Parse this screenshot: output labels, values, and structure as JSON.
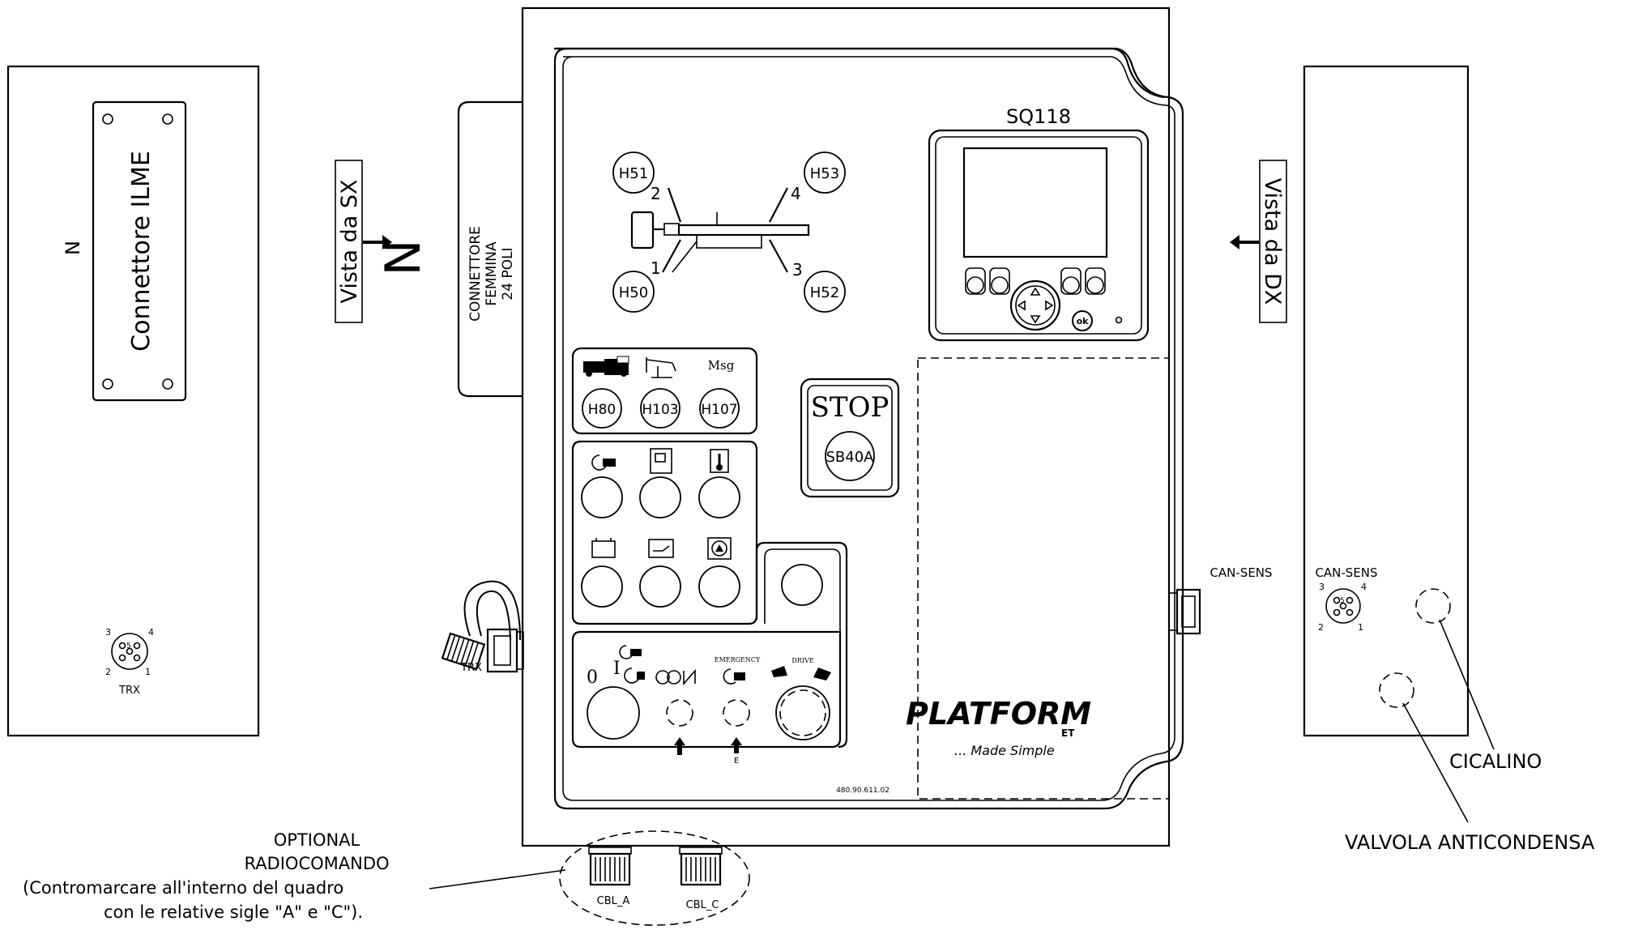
{
  "left_panel": {
    "connector_title": "Connettore ILME",
    "n_marker": "N",
    "trx_label": "TRX",
    "pins": [
      "1",
      "2",
      "3",
      "4",
      "5"
    ]
  },
  "left_view": {
    "label": "Vista da SX",
    "z_marker": "N"
  },
  "connector_side": {
    "lines": [
      "CONNETTORE",
      "FEMMINA",
      "24 POLI"
    ]
  },
  "cabinet": {
    "display_label": "SQ118",
    "ok_button": "ok",
    "outrigger_lamps": [
      "H51",
      "H53",
      "H50",
      "H52"
    ],
    "outrigger_numbers": [
      "2",
      "4",
      "1",
      "3"
    ],
    "lamp_group": {
      "msg_label": "Msg",
      "lamps": [
        "H80",
        "H103",
        "H107"
      ]
    },
    "stop": {
      "label": "STOP",
      "button": "SB40A"
    },
    "bottom_panel": {
      "zero_label": "0",
      "one_label": "I",
      "emergency_label": "EMERGENCY",
      "drive_label": "DRIVE",
      "e_label": "E"
    },
    "logo": {
      "brand": "PLATFORM",
      "sub": "ET",
      "tagline": "... Made Simple"
    },
    "part_number": "480.90.611.02",
    "trx_label": "TRX",
    "can_sens_label": "CAN-SENS",
    "cable_labels": [
      "CBL_A",
      "CBL_C"
    ]
  },
  "right_view": {
    "label": "Vista da DX"
  },
  "right_panel": {
    "can_sens_label": "CAN-SENS",
    "pins": [
      "1",
      "2",
      "3",
      "4",
      "5"
    ]
  },
  "annotations": {
    "cicalino": "CICALINO",
    "valvola": "VALVOLA ANTICONDENSA",
    "optional_lines": [
      "OPTIONAL",
      "RADIOCOMANDO",
      "(Contromarcare all'interno del quadro",
      "con le relative sigle \"A\" e \"C\")."
    ]
  }
}
